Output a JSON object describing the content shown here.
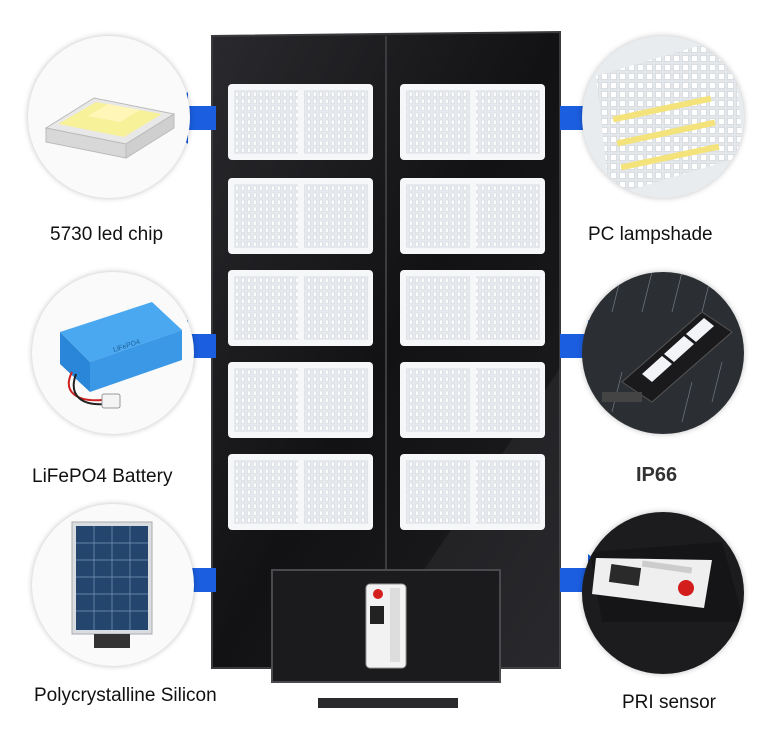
{
  "features": {
    "left": [
      {
        "label": "5730 led chip",
        "icon": "led-chip-icon"
      },
      {
        "label": "LiFePO4 Battery",
        "icon": "battery-pack-icon"
      },
      {
        "label": "Polycrystalline Silicon",
        "icon": "solar-panel-icon"
      }
    ],
    "right": [
      {
        "label": "PC lampshade",
        "icon": "lampshade-icon"
      },
      {
        "label": "IP66",
        "icon": "rain-lamp-icon"
      },
      {
        "label": "PRI sensor",
        "icon": "sensor-icon"
      }
    ]
  },
  "colors": {
    "arrow": "#1b5ee0",
    "lamp_body": "#1a1a1c",
    "led_panel": "#e9ecef"
  }
}
